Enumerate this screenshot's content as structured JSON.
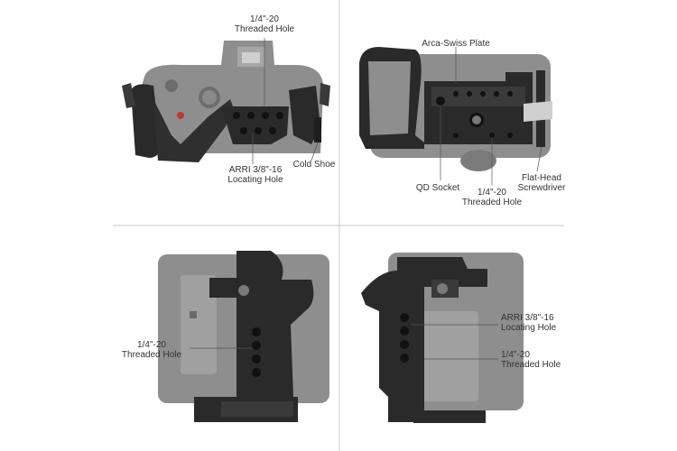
{
  "panels": {
    "top_left": {
      "label_top": {
        "line1": "1/4\"-20",
        "line2": "Threaded Hole"
      },
      "label_bottom": {
        "line1": "ARRI 3/8\"-16",
        "line2": "Locating Hole"
      },
      "label_right": {
        "line1": "Cold Shoe"
      }
    },
    "top_right": {
      "label_top": {
        "line1": "Arca-Swiss Plate"
      },
      "label_qd": {
        "line1": "QD Socket"
      },
      "label_threaded": {
        "line1": "1/4\"-20",
        "line2": "Threaded Hole"
      },
      "label_screwdriver": {
        "line1": "Flat-Head",
        "line2": "Screwdriver"
      }
    },
    "bottom_left": {
      "label_left": {
        "line1": "1/4\"-20",
        "line2": "Threaded Hole"
      }
    },
    "bottom_right": {
      "label_arri": {
        "line1": "ARRI 3/8\"-16",
        "line2": "Locating Hole"
      },
      "label_threaded": {
        "line1": "1/4\"-20",
        "line2": "Threaded Hole"
      }
    }
  },
  "colors": {
    "camera_body": "#8e8e8e",
    "cage": "#2a2a2a",
    "divider": "#c8c8c8",
    "text": "#333333"
  }
}
